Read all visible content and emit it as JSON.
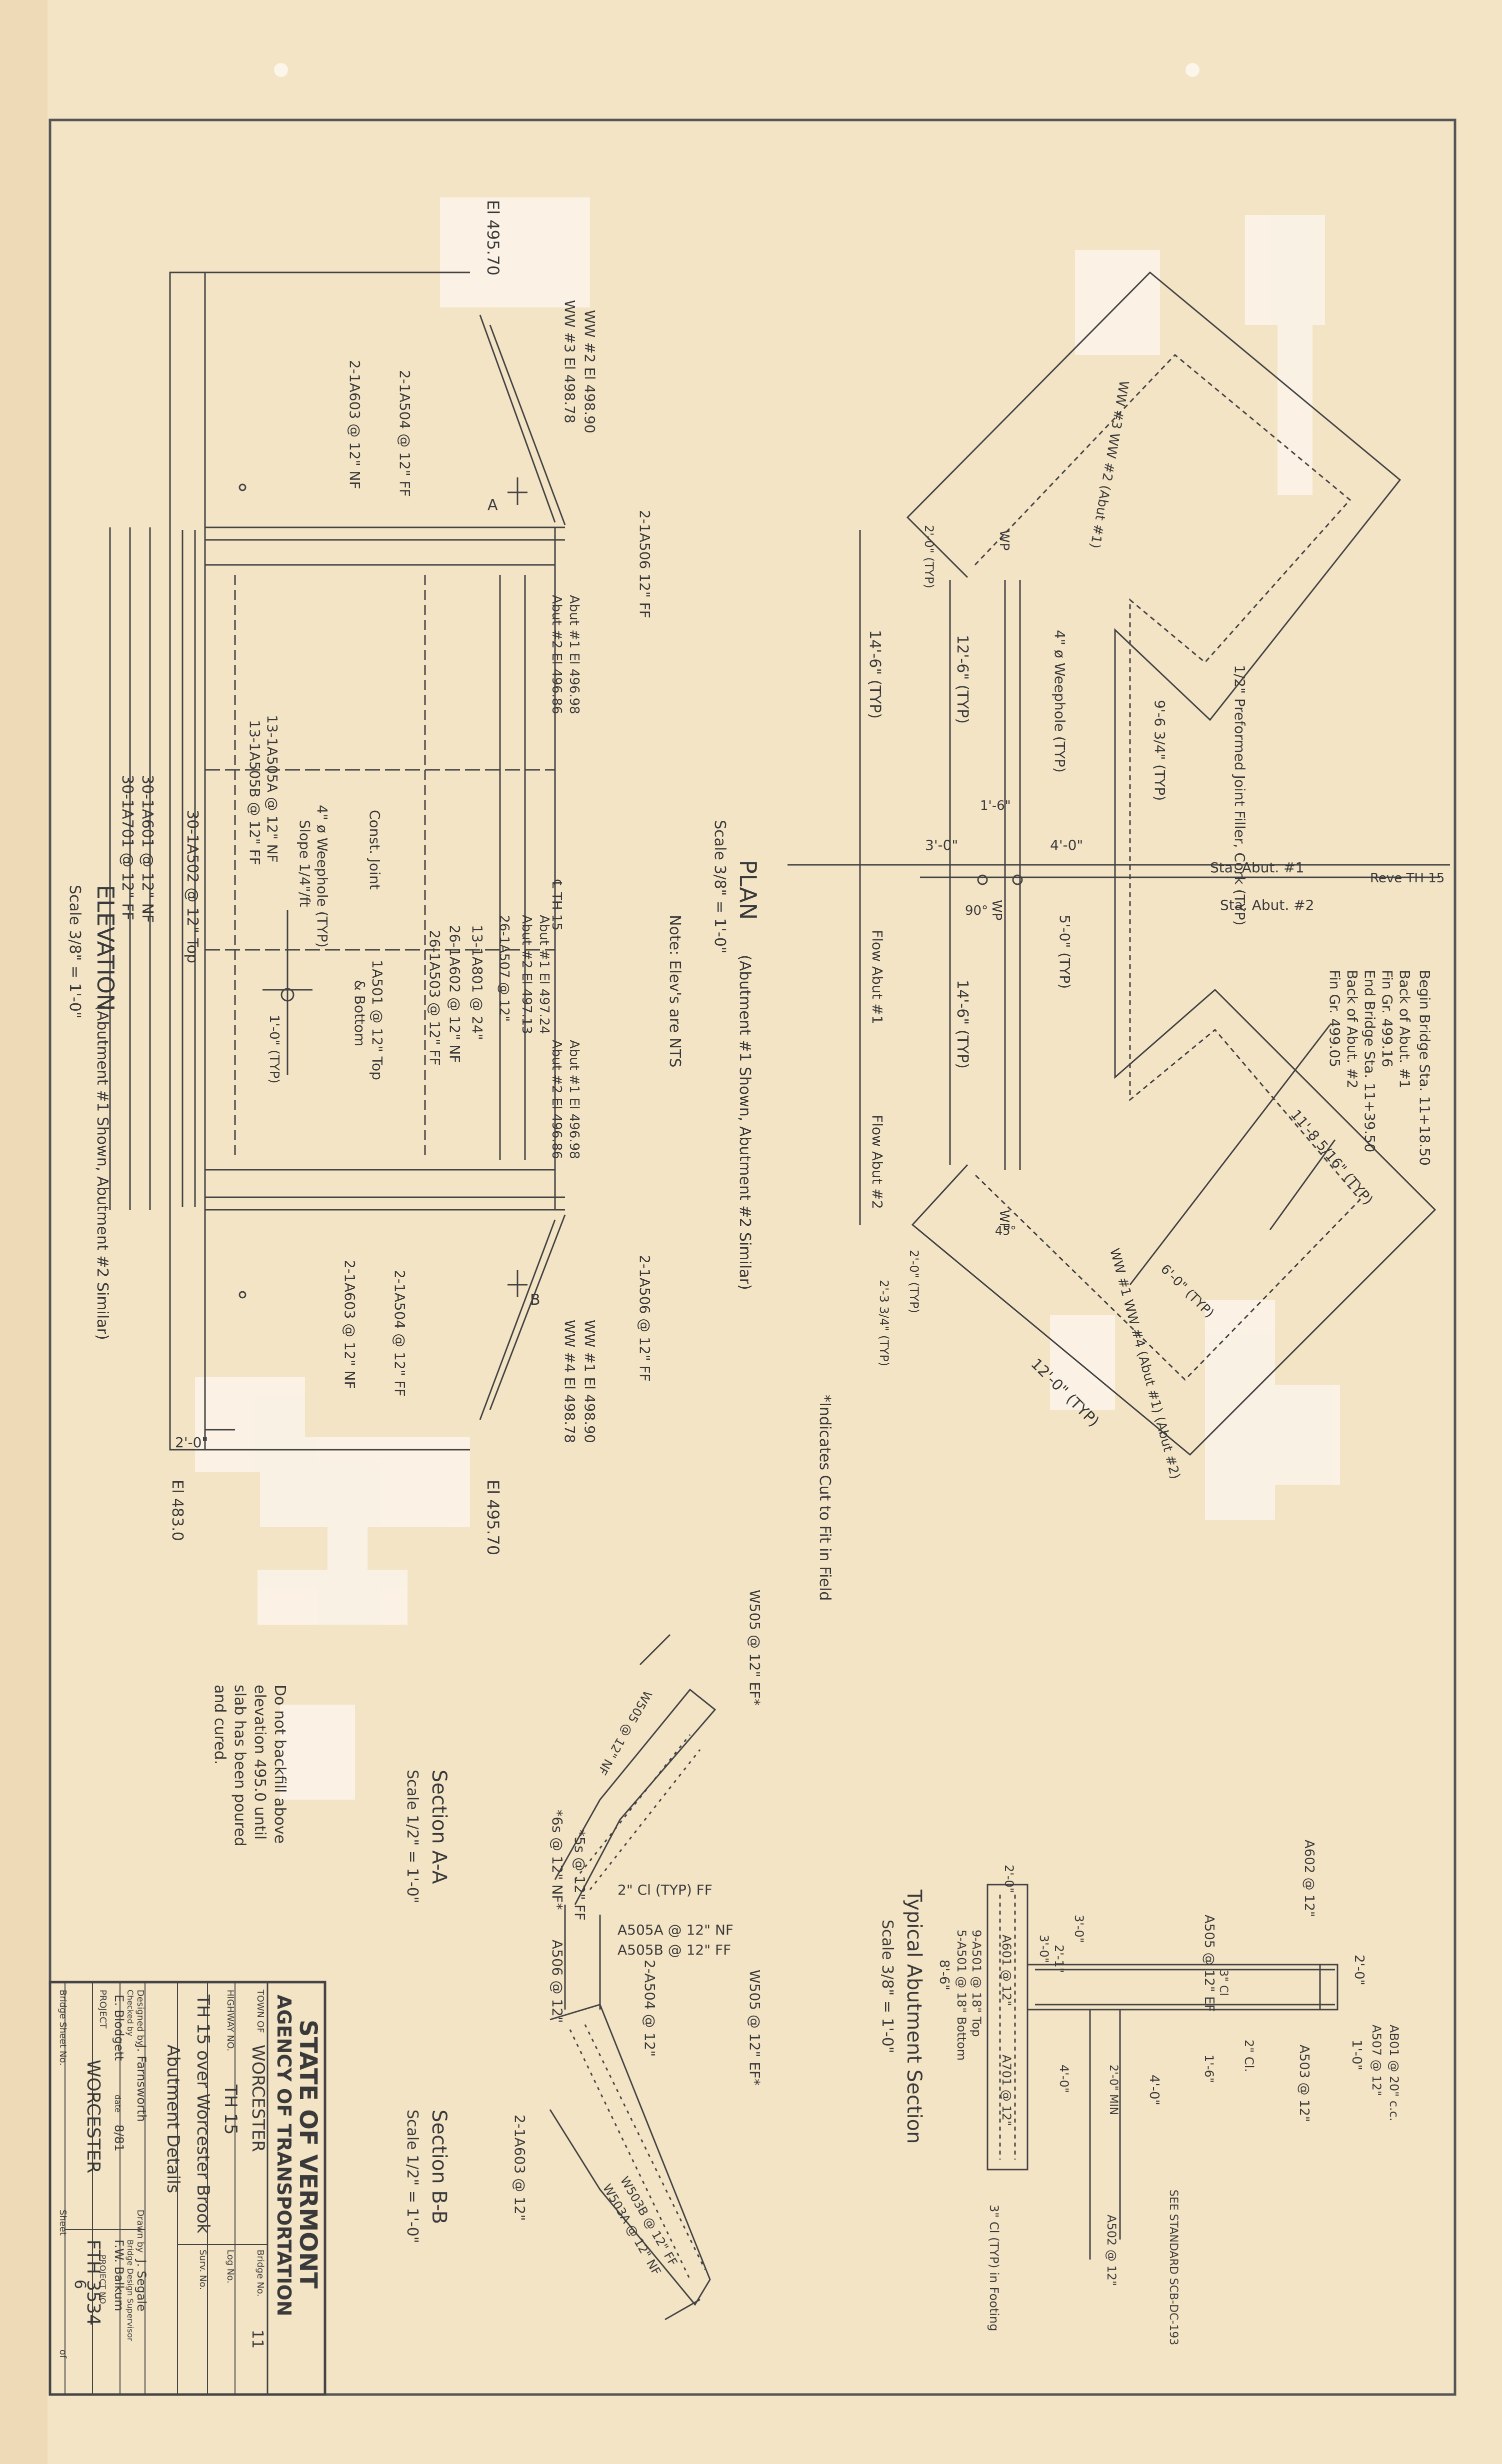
{
  "colors": {
    "paper": "#f4e4c6",
    "ink": "#3a3a3a",
    "whiteout": "#fbf5ea"
  },
  "elevation": {
    "title": "ELEVATION",
    "subtitle": "(Abutment #1 Shown, Abutment #2 Similar)",
    "scale": "Scale 3/8\" = 1'-0\"",
    "el_top_left": "El 495.70",
    "el_top_right": "El 495.70",
    "el_bottom": "El 483.0",
    "ww_top_1": "WW #2 El 498.90",
    "ww_top_2": "WW #3 El 498.78",
    "ww_bot_1": "WW #1 El 498.90",
    "ww_bot_2": "WW #4 El 498.78",
    "bar_1": "2-1A504 @ 12\" FF",
    "bar_2": "2-1A603 @ 12\" NF",
    "bar_3": "2-1A506 12\" FF",
    "bar_4": "2-1A506 @ 12\" FF",
    "bar_5": "2-1A504 @ 12\" FF",
    "bar_6": "2-1A603 @ 12\" NF",
    "bar_7": "13-1A505A @ 12\" NF",
    "bar_8": "13-1A505B @ 12\" FF",
    "bar_9": "30-1A502 @ 12\" Top",
    "bar_10": "30-1A601 @ 12\" NF",
    "bar_11": "30-1A701 @ 12\" FF",
    "bar_12": "26-1A507 @ 12\"",
    "bar_13": "13-1A801 @ 24\"",
    "bar_14": "26-1A602 @ 12\" NF",
    "bar_15": "26-1A503 @ 12\" FF",
    "bar_16": "1A501 @ 12\" Top",
    "bar_16b": "& Bottom",
    "const_joint": "Const. Joint",
    "weephole": "4\" ø Weephole (TYP)",
    "slope": "Slope 1/4\"/ft",
    "typ": "1'-0\" (TYP)",
    "dim_2": "2'-0\"",
    "abut_top_1": "Abut #1 El 496.98",
    "abut_top_2": "Abut #2 El 496.86",
    "th15": "℄ TH 15",
    "abut_mid_1": "Abut #1 El 497.24",
    "abut_mid_2": "Abut #2 El 497.13",
    "abut_low_1": "Abut #1 El 496.98",
    "abut_low_2": "Abut #2 El 496.86",
    "sec_a": "A",
    "sec_b": "B"
  },
  "plan": {
    "title": "PLAN",
    "subtitle": "(Abutment #1 Shown, Abutment #2 Similar)",
    "scale": "Scale 3/8\" = 1'-0\"",
    "note": "Note: Elev's are NTS",
    "filler": "1/2\" Preformed Joint Filler, Cork (TYP)",
    "weephole": "4\" ø Weephole (TYP)",
    "sta_1": "Sta. Abut. #1",
    "sta_2": "Sta. Abut. #2",
    "reve": "Reve TH 15",
    "begin_1": "Begin Bridge Sta. 11+18.50",
    "begin_2": "Back of Abut. #1",
    "begin_3": "Fin Gr. 499.16",
    "end_1": "End Bridge Sta. 11+39.50",
    "end_2": "Back of Abut. #2",
    "end_3": "Fin Gr. 499.05",
    "dim_14_6a": "14'-6\" (TYP)",
    "dim_12_6": "12'-6\" (TYP)",
    "dim_9_6": "9'-6 3/4\" (TYP)",
    "dim_14_6b": "14'-6\" (TYP)",
    "dim_3": "3'-0\"",
    "dim_4": "4'-0\"",
    "dim_1_6": "1'-6\"",
    "dim_5": "5'-0\" (TYP)",
    "dim_11_8": "11'-8 5/16\" (TYP)",
    "dim_12": "12'-0\" (TYP)",
    "dim_2a": "2'-0\" (TYP)",
    "dim_2b": "2'-0\" (TYP)",
    "dim_2_3": "2'-3 3/4\" (TYP)",
    "dim_6": "6'-0\" (TYP)",
    "angle": "90°",
    "angle2": "45°",
    "wp": "WP",
    "wp2": "WP",
    "wp3": "WP",
    "flow_1": "Flow Abut #1",
    "flow_2": "Flow Abut #2",
    "ww_1": "WW #3 WW #2 (Abut #1)",
    "ww_2": "WW #1 WW #4 (Abut #1) (Abut #2)",
    "cut_note": "*Indicates Cut to Fit in Field"
  },
  "section_aa": {
    "title": "Section A-A",
    "scale": "Scale 1/2\" = 1'-0\"",
    "w505": "W505 @ 12\" EF*",
    "w1": "W505 @ 12\" NF",
    "w2": "2\" Cl (TYP) FF",
    "w3": "A505A @ 12\" NF",
    "w4": "A505B @ 12\" FF",
    "w5": "*5s @ 12\" FF",
    "w6": "*6s @ 12\" NF*",
    "w7": "2-A504 @ 12\""
  },
  "section_bb": {
    "title": "Section B-B",
    "scale": "Scale 1/2\" = 1'-0\"",
    "w505": "W505 @ 12\" EF*",
    "b1": "A506 @ 12\"",
    "b2": "2-1A603 @ 12\"",
    "b3": "W503B @ 12\" FF",
    "b4": "W503A @ 12\" NF"
  },
  "typical": {
    "title": "Typical Abutment Section",
    "scale": "Scale 3/8\" = 1'-0\"",
    "t1": "A602 @ 12\"",
    "t2": "A505 @ 12\" EF",
    "t3": "2'-0\"",
    "t4": "AB01 @ 20\" c.c.",
    "t5": "A507 @ 12\"",
    "t6": "1'-0\"",
    "t7": "A503 @ 12\"",
    "t8": "2\" Cl.",
    "t9": "1'-6\"",
    "t10": "4'-0\"",
    "t11": "A601 @ 12\"",
    "t12": "A701 @ 12\"",
    "t13": "9-A501 @ 18\" Top",
    "t14": "5-A501 @ 18\" Bottom",
    "t15": "8'-6\"",
    "t16": "3'-0\"",
    "t17": "2'-1\"",
    "t18": "2'-0\" MIN",
    "t19": "4'-0\"",
    "t20": "2'-0\"",
    "t21": "SEE STANDARD SCB-DC-193",
    "t22": "A502 @ 12\"",
    "t23": "3\" Cl (TYP) in Footing",
    "t24": "3'-0\"",
    "t25": "3\" Cl"
  },
  "backfill": {
    "l1": "Do not backfill above",
    "l2": "elevation 495.0 until",
    "l3": "slab has been poured",
    "l4": "and cured."
  },
  "title_block": {
    "state": "STATE OF VERMONT",
    "agency": "AGENCY OF TRANSPORTATION",
    "town_label": "TOWN OF",
    "town": "WORCESTER",
    "bridge_no_label": "Bridge No.",
    "bridge_no": "11",
    "highway_label": "HIGHWAY NO.",
    "highway": "TH 15",
    "log_label": "Log No.",
    "survey_label": "Surv. No.",
    "desc1": "TH 15 over Worcester Brook",
    "desc2": "Abutment Details",
    "designed_label": "Designed by",
    "designed": "J. Farnsworth",
    "drawn_label": "Drawn by",
    "drawn": "J. Segale",
    "checked_label": "Checked by",
    "checked": "E. Blodgett",
    "date_label": "date",
    "date": "8/81",
    "super_label": "Bridge Design Supervisor",
    "super": "F.W. Balkum",
    "project_label": "PROJECT",
    "project": "WORCESTER",
    "projno_label": "PROJECT NO.",
    "projno": "FTH 3534",
    "sheet_label": "Bridge Sheet No.",
    "sheet_label2": "Sheet",
    "sheet": "6",
    "of_label": "of"
  }
}
